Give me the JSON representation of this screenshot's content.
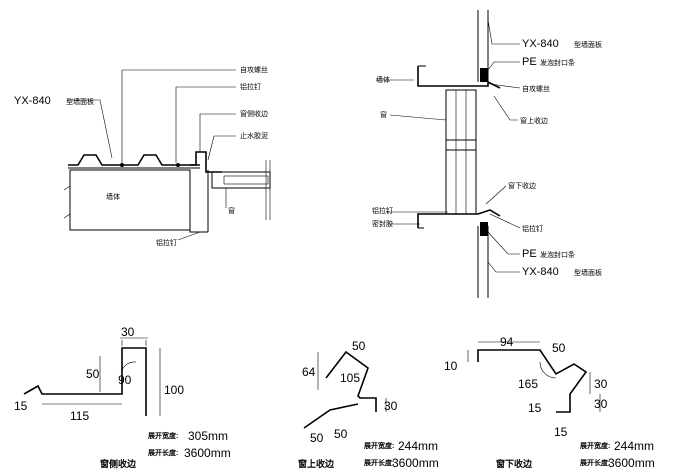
{
  "top_left": {
    "panel_code": "YX-840",
    "panel_suffix": "型墙面板",
    "labels": {
      "self_tapping_screw": "自攻螺丝",
      "rivet_1": "铝拉钉",
      "eave_flashing": "窗侧收边",
      "water_stop": "止水胶泥",
      "wall": "墙体",
      "window": "窗",
      "rivet_2": "铝拉钉"
    }
  },
  "top_right": {
    "panel_code_top": "YX-840",
    "panel_suffix_top": "型墙面板",
    "pe_top": "PE",
    "pe_suffix_top": "发泡封口条",
    "self_tapping_screw": "自攻螺丝",
    "wall": "墙体",
    "window": "窗",
    "window_top_flashing": "窗上收边",
    "window_bottom_flashing": "窗下收边",
    "rivet": "铝拉钉",
    "sealant": "密封胶",
    "rivet_right": "铝拉钉",
    "pe_bottom": "PE",
    "pe_suffix_bottom": "发泡封口条",
    "panel_code_bottom": "YX-840",
    "panel_suffix_bottom": "型墙面板"
  },
  "details": [
    {
      "caption": "窗侧收边",
      "dims": [
        "30",
        "50",
        "90",
        "100",
        "115",
        "15"
      ],
      "spec_label_1": "展开宽度:",
      "spec_value_1": "305mm",
      "spec_label_2": "展开长度:",
      "spec_value_2": "3600mm"
    },
    {
      "caption": "窗上收边",
      "dims": [
        "50",
        "64",
        "105",
        "30",
        "50",
        "50"
      ],
      "spec_label_1": "展开宽度:",
      "spec_value_1": "244mm",
      "spec_label_2": "展开长度:",
      "spec_value_2": "3600mm"
    },
    {
      "caption": "窗下收边",
      "dims": [
        "94",
        "50",
        "10",
        "165",
        "30",
        "30",
        "15",
        "15"
      ],
      "spec_label_1": "展开宽度:",
      "spec_value_1": "244mm",
      "spec_label_2": "展开长度:",
      "spec_value_2": "3600mm"
    }
  ]
}
